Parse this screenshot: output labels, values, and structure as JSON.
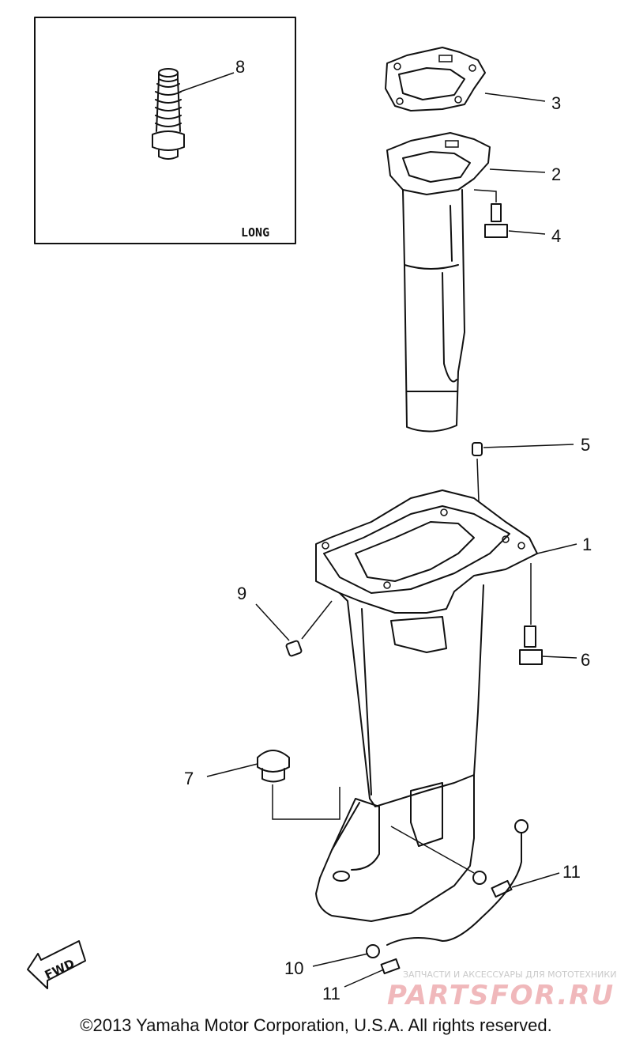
{
  "inset": {
    "label": "LONG"
  },
  "callouts": [
    {
      "id": "1",
      "label": "1"
    },
    {
      "id": "2",
      "label": "2"
    },
    {
      "id": "3",
      "label": "3"
    },
    {
      "id": "4",
      "label": "4"
    },
    {
      "id": "5",
      "label": "5"
    },
    {
      "id": "6",
      "label": "6"
    },
    {
      "id": "7",
      "label": "7"
    },
    {
      "id": "8",
      "label": "8"
    },
    {
      "id": "9",
      "label": "9"
    },
    {
      "id": "10",
      "label": "10"
    },
    {
      "id": "11a",
      "label": "11"
    },
    {
      "id": "11b",
      "label": "11"
    }
  ],
  "fwd_arrow": {
    "label": "FWD"
  },
  "watermark": {
    "tagline": "ЗАПЧАСТИ И АКСЕССУАРЫ ДЛЯ МОТОТЕХНИКИ",
    "logo": "PARTSFOR.RU",
    "color": "#f0b8bb"
  },
  "copyright": "©2013 Yamaha Motor Corporation, U.S.A. All rights reserved."
}
